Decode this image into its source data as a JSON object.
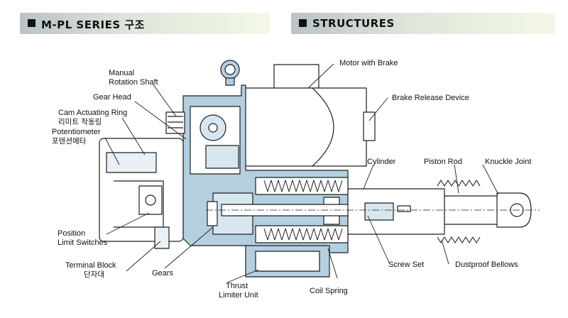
{
  "headers": {
    "left": "M-PL SERIES 구조",
    "right": "STRUCTURES"
  },
  "labels": {
    "manual_shaft_l1": "Manual",
    "manual_shaft_l2": "Rotation Shaft",
    "gear_head": "Gear Head",
    "cam_ring": "Cam Actuating Ring",
    "cam_ring_kr": "리미트 작동링",
    "potentiometer": "Potentiometer",
    "potentiometer_kr": "포텐션메타",
    "position_l1": "Position",
    "position_l2": "Limit Switches",
    "terminal_block": "Terminal Block",
    "terminal_block_kr": "단자대",
    "gears": "Gears",
    "thrust_l1": "Thrust",
    "thrust_l2": "Limiter Unit",
    "coil_spring": "Coil Spring",
    "motor_brake": "Motor with Brake",
    "brake_release": "Brake Release Device",
    "cylinder": "Cylinder",
    "piston_rod": "Piston Rod",
    "knuckle_joint": "Knuckle Joint",
    "screw_set": "Screw Set",
    "dustproof_bellows": "Dustproof Bellows"
  },
  "colors": {
    "body_fill": "#b3cfe0",
    "line": "#1f1f1f",
    "banner_start": "#b9c3c6",
    "banner_end": "#f3f8e6"
  }
}
